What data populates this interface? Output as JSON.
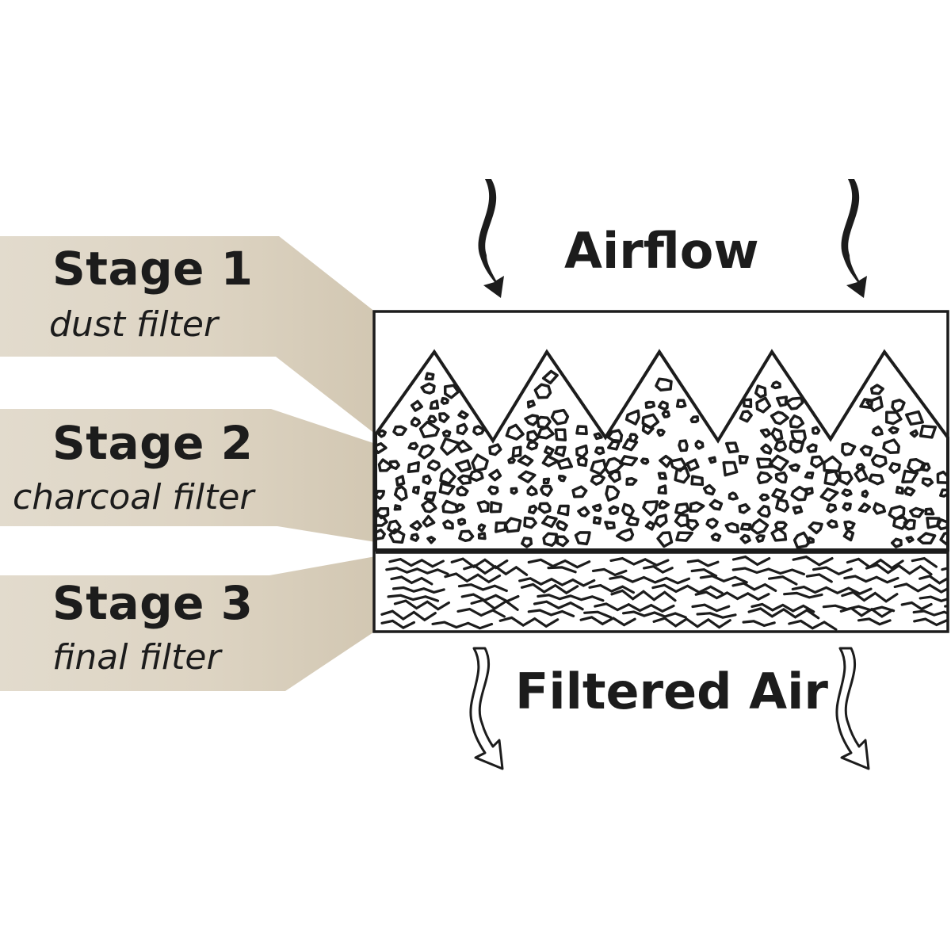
{
  "diagram": {
    "stages": [
      {
        "title": "Stage 1",
        "subtitle": "dust filter"
      },
      {
        "title": "Stage 2",
        "subtitle": "charcoal filter"
      },
      {
        "title": "Stage 3",
        "subtitle": "final filter"
      }
    ],
    "airflow_label": "Airflow",
    "filtered_label": "Filtered Air"
  },
  "colors": {
    "tab_fill": "#e0d8c9",
    "ink": "#1c1c1c"
  },
  "icons": {
    "inflow": "wavy-arrow-down-icon",
    "outflow": "hollow-wavy-arrow-down-icon"
  }
}
